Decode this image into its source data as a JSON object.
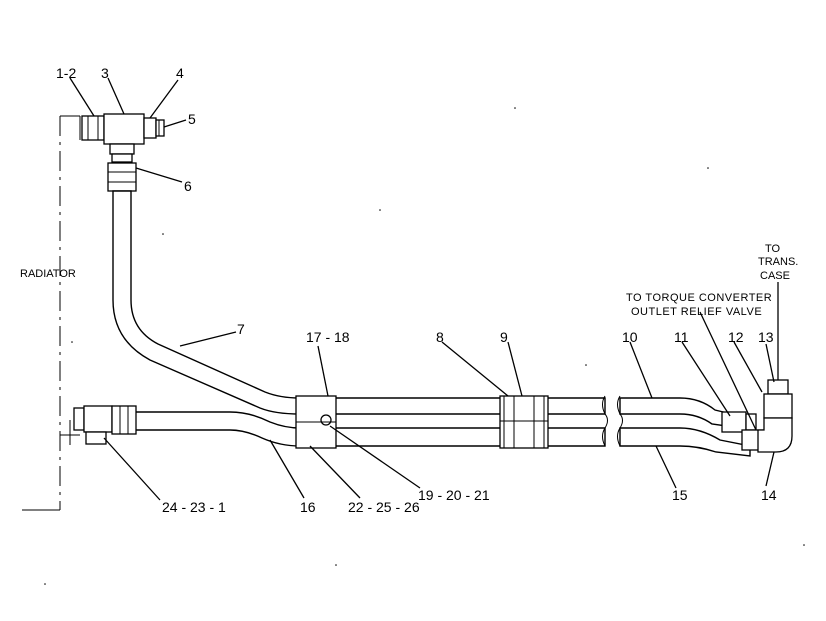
{
  "labels": {
    "radiator": "RADIATOR",
    "to_trans_case_line1": "TO",
    "to_trans_case_line2": "TRANS.",
    "to_trans_case_line3": "CASE",
    "relief_line1": "TO TORQUE CONVERTER",
    "relief_line2": "OUTLET RELIEF VALVE"
  },
  "callouts": {
    "c1_2": "1-2",
    "c3": "3",
    "c4": "4",
    "c5": "5",
    "c6": "6",
    "c7": "7",
    "c8": "8",
    "c9": "9",
    "c10": "10",
    "c11": "11",
    "c12": "12",
    "c13": "13",
    "c14": "14",
    "c15": "15",
    "c16": "16",
    "c17_18": "17 - 18",
    "c19_20_21": "19 - 20 - 21",
    "c22_25_26": "22 - 25 - 26",
    "c24_23_1": "24 - 23 - 1"
  }
}
